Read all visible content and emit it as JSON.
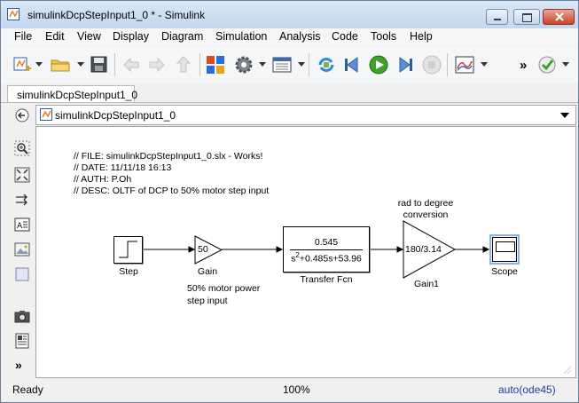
{
  "window": {
    "title": "simulinkDcpStepInput1_0 * - Simulink"
  },
  "menu": [
    "File",
    "Edit",
    "View",
    "Display",
    "Diagram",
    "Simulation",
    "Analysis",
    "Code",
    "Tools",
    "Help"
  ],
  "toolbar": {
    "overflow": "»"
  },
  "tab": {
    "label": "simulinkDcpStepInput1_0"
  },
  "address": {
    "path": "simulinkDcpStepInput1_0"
  },
  "model": {
    "comments": [
      "// FILE: simulinkDcpStepInput1_0.slx - Works!",
      "// DATE: 11/11/18 16:13",
      "// AUTH: P.Oh",
      "// DESC: OLTF of DCP to 50% motor step input"
    ],
    "step": {
      "name": "Step"
    },
    "gain": {
      "value": "50",
      "name": "Gain",
      "note_line1": "50% motor power",
      "note_line2": "step input"
    },
    "tf": {
      "numerator": "0.545",
      "den_s": "s",
      "den_exp": "2",
      "den_rest": "+0.485s+53.96",
      "name": "Transfer Fcn"
    },
    "gain1": {
      "value": "180/3.14",
      "name": "Gain1",
      "note_line1": "rad to degree",
      "note_line2": "conversion"
    },
    "scope": {
      "name": "Scope"
    }
  },
  "status": {
    "state": "Ready",
    "zoom": "100%",
    "solver": "auto(ode45)"
  }
}
